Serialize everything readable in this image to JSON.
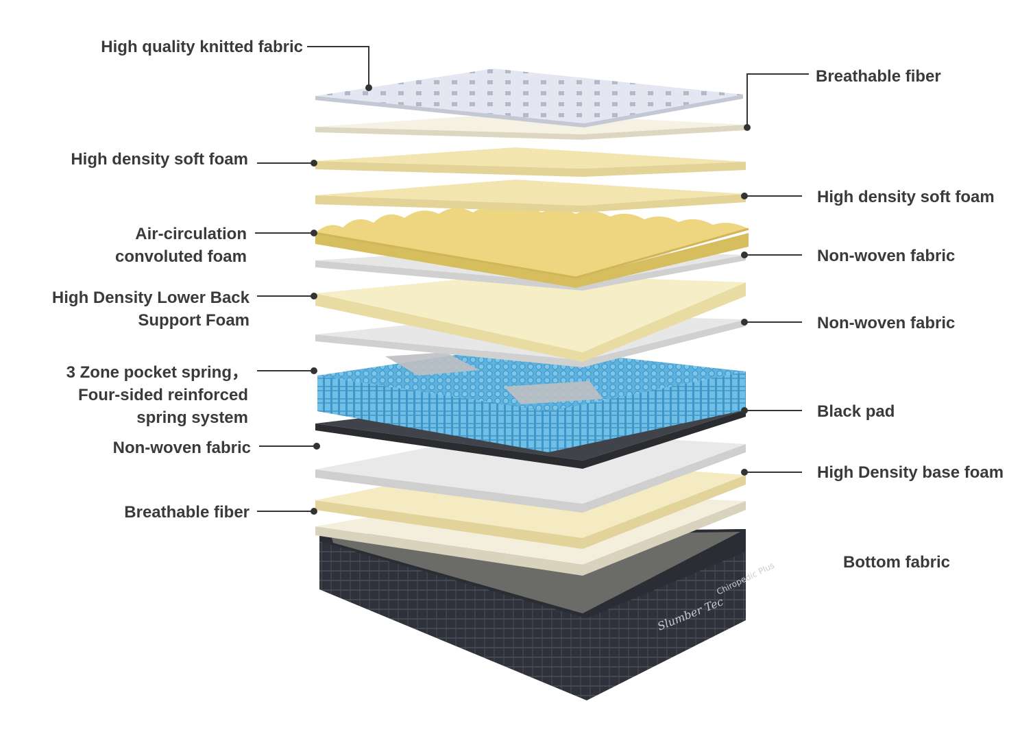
{
  "colors": {
    "label_text": "#3a3a3a",
    "leader_line": "#333333",
    "knit_fabric": "#dfe3ef",
    "fiber": "#f3efdc",
    "soft_foam": "#f0e2aa",
    "convoluted_foam": "#ead27a",
    "non_woven": "#e2e2e2",
    "support_foam": "#f2e7b4",
    "spring_blue": "#4aa6d6",
    "spring_grey": "#b9bcbf",
    "black_pad": "#3c3f43",
    "base_foam": "#f4ecc0",
    "bottom_fabric": "#2c2f37"
  },
  "labels_left": [
    {
      "id": "left-high-quality-knitted-fabric",
      "lines": [
        "High quality knitted fabric"
      ]
    },
    {
      "id": "left-high-density-soft-foam",
      "lines": [
        "High density soft foam"
      ]
    },
    {
      "id": "left-air-circulation-convoluted-foam",
      "lines": [
        "Air-circulation ",
        "convoluted foam"
      ]
    },
    {
      "id": "left-high-density-lower-back-support-foam",
      "lines": [
        "High Density Lower Back ",
        "Support Foam"
      ]
    },
    {
      "id": "left-pocket-spring-system",
      "lines": [
        "3 Zone pocket spring，",
        "Four-sided reinforced ",
        "spring system"
      ]
    },
    {
      "id": "left-non-woven-fabric",
      "lines": [
        "Non-woven fabric"
      ]
    },
    {
      "id": "left-breathable-fiber",
      "lines": [
        "Breathable fiber"
      ]
    }
  ],
  "labels_right": [
    {
      "id": "right-breathable-fiber",
      "lines": [
        "Breathable fiber"
      ]
    },
    {
      "id": "right-high-density-soft-foam",
      "lines": [
        "High density soft foam"
      ]
    },
    {
      "id": "right-non-woven-fabric-1",
      "lines": [
        "Non-woven fabric"
      ]
    },
    {
      "id": "right-non-woven-fabric-2",
      "lines": [
        "Non-woven fabric"
      ]
    },
    {
      "id": "right-black-pad",
      "lines": [
        "Black pad"
      ]
    },
    {
      "id": "right-high-density-base-foam",
      "lines": [
        "High Density base foam"
      ]
    },
    {
      "id": "right-bottom-fabric",
      "lines": [
        "Bottom fabric"
      ]
    }
  ],
  "brand": {
    "logo_text": "Slumber Tec",
    "side_text": "Chiropedic Plus"
  }
}
